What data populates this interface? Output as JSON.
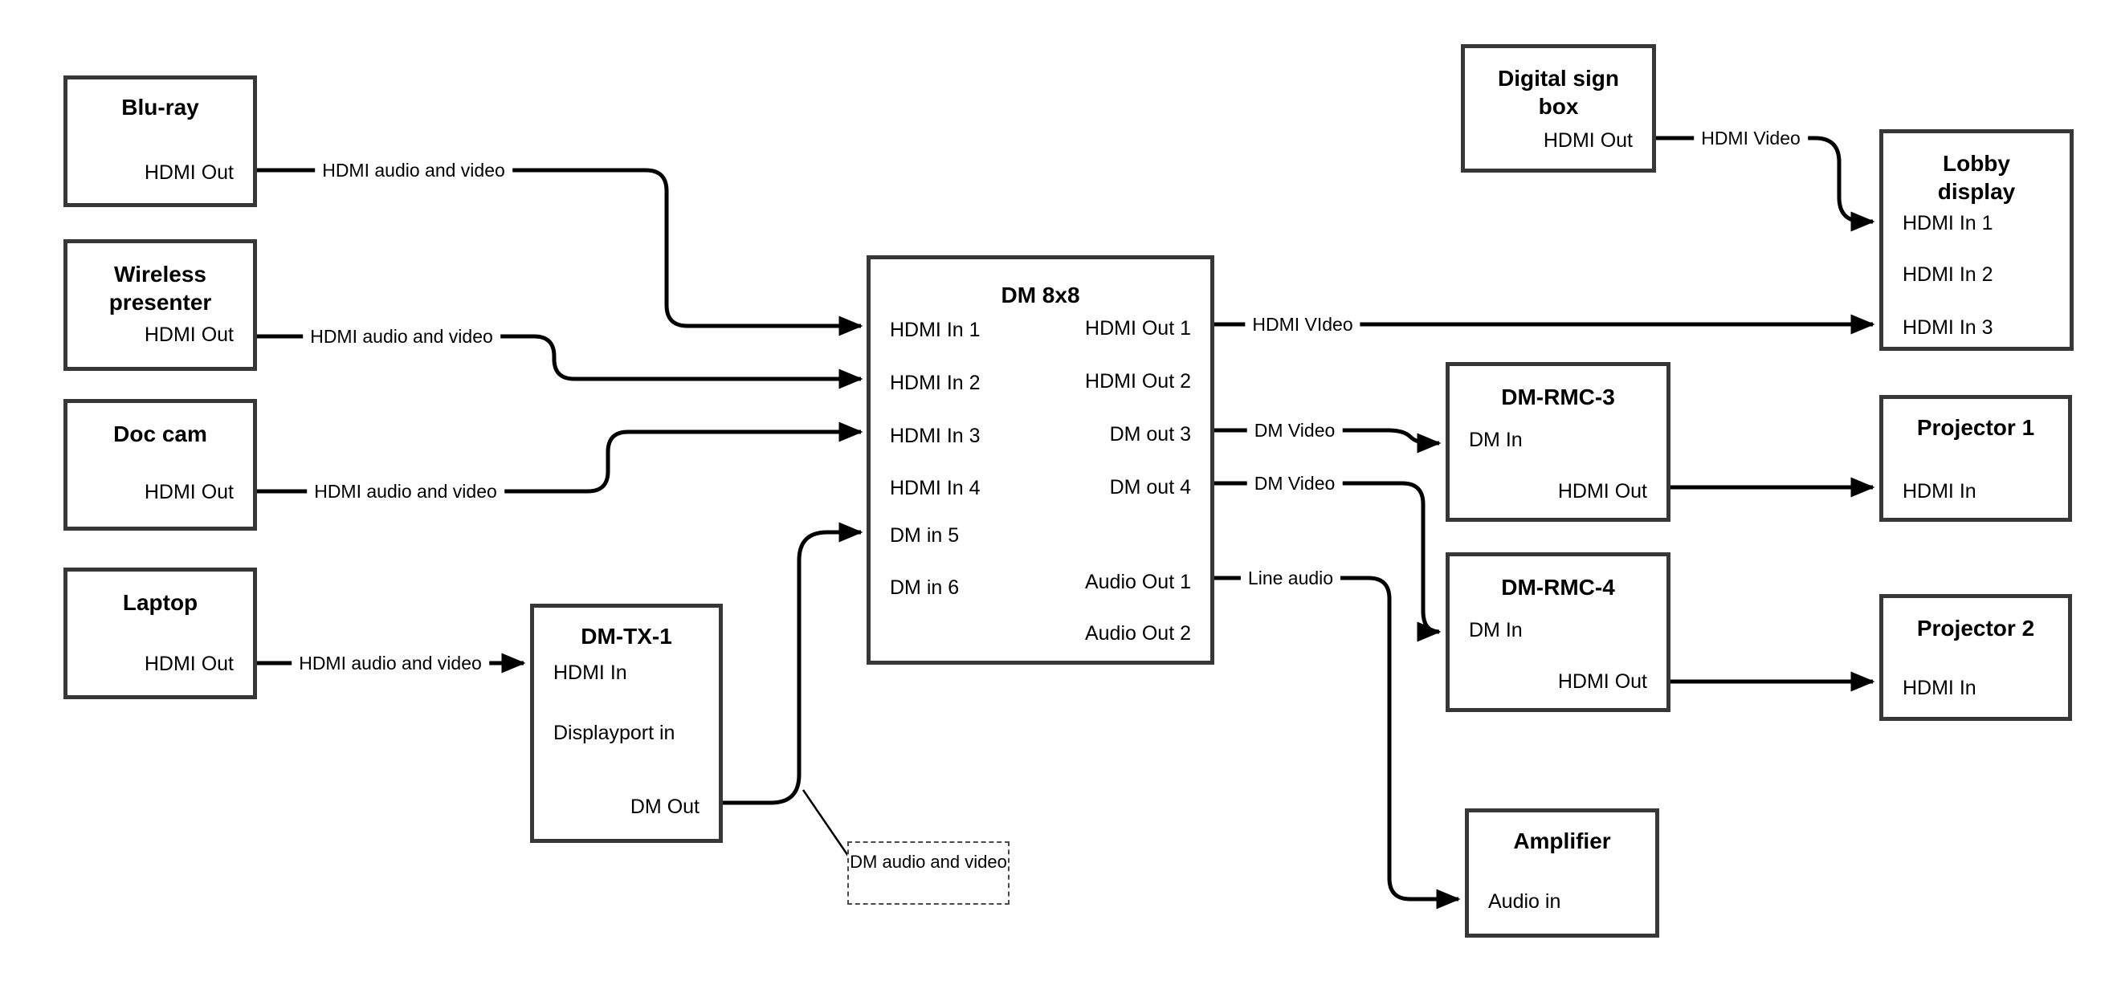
{
  "diagram": {
    "nodes": {
      "bluray": {
        "title": "Blu-ray",
        "ports": {
          "hdmi_out": "HDMI Out"
        }
      },
      "wireless_presenter": {
        "title": "Wireless presenter",
        "ports": {
          "hdmi_out": "HDMI Out"
        }
      },
      "doc_cam": {
        "title": "Doc cam",
        "ports": {
          "hdmi_out": "HDMI Out"
        }
      },
      "laptop": {
        "title": "Laptop",
        "ports": {
          "hdmi_out": "HDMI Out"
        }
      },
      "dm_tx_1": {
        "title": "DM-TX-1",
        "ports": {
          "hdmi_in": "HDMI In",
          "displayport_in": "Displayport in",
          "dm_out": "DM Out"
        }
      },
      "dm_8x8": {
        "title": "DM 8x8",
        "ports": {
          "hdmi_in_1": "HDMI In 1",
          "hdmi_in_2": "HDMI In 2",
          "hdmi_in_3": "HDMI In 3",
          "hdmi_in_4": "HDMI In 4",
          "dm_in_5": "DM in 5",
          "dm_in_6": "DM in 6",
          "hdmi_out_1": "HDMI Out 1",
          "hdmi_out_2": "HDMI Out 2",
          "dm_out_3": "DM out 3",
          "dm_out_4": "DM out 4",
          "audio_out_1": "Audio Out 1",
          "audio_out_2": "Audio Out 2"
        }
      },
      "digital_sign_box": {
        "title": "Digital sign box",
        "ports": {
          "hdmi_out": "HDMI Out"
        }
      },
      "lobby_display": {
        "title": "Lobby display",
        "ports": {
          "hdmi_in_1": "HDMI In 1",
          "hdmi_in_2": "HDMI In 2",
          "hdmi_in_3": "HDMI In 3"
        }
      },
      "dm_rmc_3": {
        "title": "DM-RMC-3",
        "ports": {
          "dm_in": "DM In",
          "hdmi_out": "HDMI Out"
        }
      },
      "dm_rmc_4": {
        "title": "DM-RMC-4",
        "ports": {
          "dm_in": "DM In",
          "hdmi_out": "HDMI Out"
        }
      },
      "projector_1": {
        "title": "Projector 1",
        "ports": {
          "hdmi_in": "HDMI In"
        }
      },
      "projector_2": {
        "title": "Projector 2",
        "ports": {
          "hdmi_in": "HDMI In"
        }
      },
      "amplifier": {
        "title": "Amplifier",
        "ports": {
          "audio_in": "Audio in"
        }
      }
    },
    "connection_labels": {
      "bluray_to_dm8x8": "HDMI audio and video",
      "wireless_to_dm8x8": "HDMI audio and video",
      "doccam_to_dm8x8": "HDMI audio and video",
      "laptop_to_dmtx1": "HDMI audio and video",
      "hdmiout1_to_lobby": "HDMI VIdeo",
      "digitalsign_to_lobby": "HDMI Video",
      "dmout3_to_rmc3": "DM Video",
      "dmout4_to_rmc4": "DM Video",
      "audioout1_to_amplifier": "Line audio"
    },
    "callout": {
      "text": "DM audio and video"
    }
  }
}
